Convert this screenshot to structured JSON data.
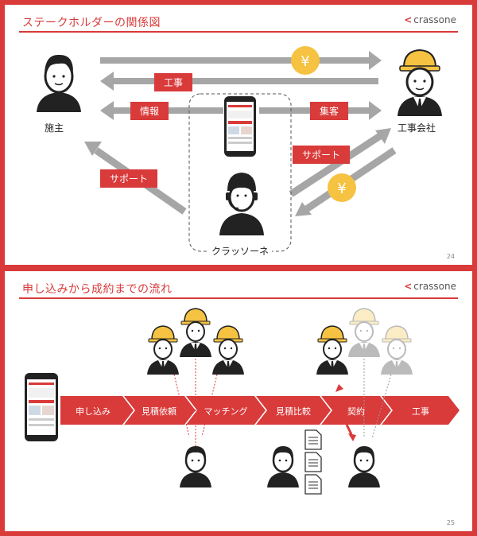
{
  "slide1": {
    "title": "ステークホルダーの関係図",
    "logo": "crassone",
    "page": "24",
    "owner_label": "施主",
    "contractor_label": "工事会社",
    "crassone_label": "クラッソーネ",
    "arrow_labels": {
      "construction": "工事",
      "information": "情報",
      "customer_acquisition": "集客",
      "support_left": "サポート",
      "support_right": "サポート"
    },
    "yen_symbol": "¥"
  },
  "slide2": {
    "title": "申し込みから成約までの流れ",
    "logo": "crassone",
    "page": "25",
    "steps": [
      "申し込み",
      "見積依頼",
      "マッチング",
      "見積比較",
      "契約",
      "工事"
    ]
  },
  "colors": {
    "accent": "#d93a3a",
    "arrow": "#a6a6a6",
    "yen": "#f5c242"
  }
}
